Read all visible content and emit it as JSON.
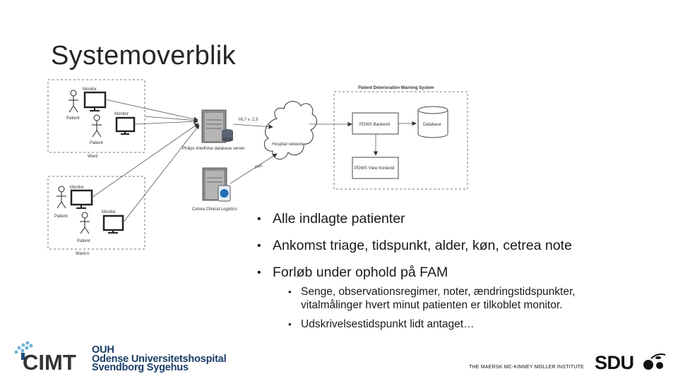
{
  "slide": {
    "title": "Systemoverblik",
    "bullets": [
      "Alle indlagte patienter",
      "Ankomst triage, tidspunkt, alder, køn, cetrea note",
      "Forløb under ophold på FAM"
    ],
    "sub_bullets": [
      "Senge, observationsregimer, noter, ændringstidspunkter, vitalmålinger hvert minut patienten er tilkoblet monitor.",
      "Udskrivelsestidspunkt lidt antaget…"
    ]
  },
  "diagram": {
    "ward1_label": "Ward",
    "ward2_label": "Ward-n",
    "monitor_label": "Monitor",
    "patient_label": "Patient",
    "philips_label": "Philips IntelliVue database server",
    "hl7_label": "HL7 v. 2.3",
    "xml_label": "XML",
    "cloud_label": "Hospital network",
    "cetrea_label": "Cetrea Clinical Logistics",
    "pdws_title": "Patient Deterioration Warning System",
    "backend_label": "PDWS Backend",
    "database_label": "Database",
    "frontend_label": "PDWS View frontend"
  },
  "logos": {
    "cimt_text": "CIMT",
    "ouh_lines": [
      "OUH",
      "Odense Universitetshospital",
      "Svendborg Sygehus"
    ],
    "maersk_text": "THE MAERSK MC-KINNEY MOLLER INSTITUTE",
    "sdu_text": "SDU"
  },
  "colors": {
    "cimt_blue": "#1e4d7b",
    "cimt_light": "#6fb3d6",
    "dash_border": "#555555"
  }
}
